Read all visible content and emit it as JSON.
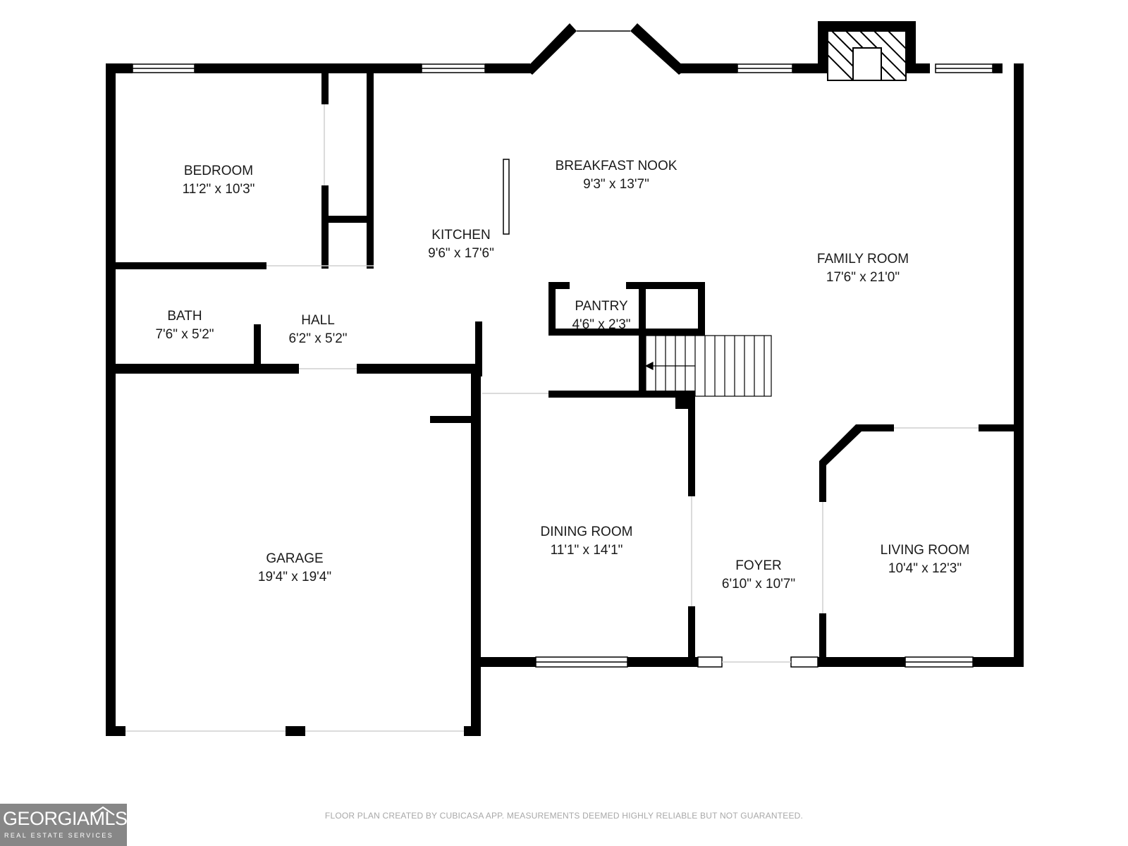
{
  "rooms": {
    "bedroom": {
      "name": "BEDROOM",
      "dims": "11'2\" x 10'3\""
    },
    "breakfast_nook": {
      "name": "BREAKFAST NOOK",
      "dims": "9'3\" x 13'7\""
    },
    "kitchen": {
      "name": "KITCHEN",
      "dims": "9'6\" x 17'6\""
    },
    "family_room": {
      "name": "FAMILY ROOM",
      "dims": "17'6\" x 21'0\""
    },
    "bath": {
      "name": "BATH",
      "dims": "7'6\" x 5'2\""
    },
    "hall": {
      "name": "HALL",
      "dims": "6'2\" x 5'2\""
    },
    "pantry": {
      "name": "PANTRY",
      "dims": "4'6\" x 2'3\""
    },
    "garage": {
      "name": "GARAGE",
      "dims": "19'4\" x 19'4\""
    },
    "dining_room": {
      "name": "DINING ROOM",
      "dims": "11'1\" x 14'1\""
    },
    "foyer": {
      "name": "FOYER",
      "dims": "6'10\" x 10'7\""
    },
    "living_room": {
      "name": "LIVING ROOM",
      "dims": "10'4\" x 12'3\""
    }
  },
  "footer": {
    "disclaimer": "FLOOR PLAN CREATED BY CUBICASA APP. MEASUREMENTS DEEMED HIGHLY RELIABLE BUT NOT GUARANTEED."
  },
  "logo": {
    "wordmark": "GEORGIAMLS",
    "tagline": "REAL ESTATE SERVICES"
  },
  "colors": {
    "wall": "#000000",
    "background": "#ffffff",
    "footer_text": "#a8a8a8",
    "logo_bg": "#878787"
  }
}
